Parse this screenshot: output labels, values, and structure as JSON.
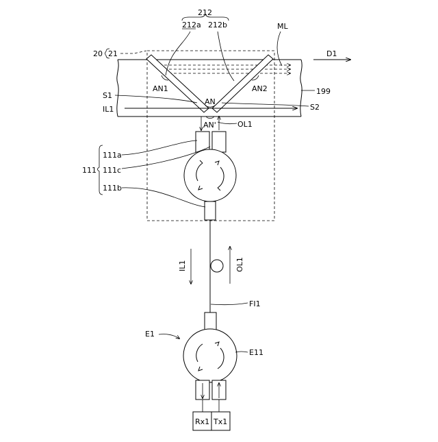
{
  "labels": {
    "ref_212": "212",
    "ref_212a": "212a",
    "ref_212b": "212b",
    "ref_ML": "ML",
    "ref_20": "20",
    "ref_21": "21",
    "ref_D1": "D1",
    "ref_AN1": "AN1",
    "ref_AN2": "AN2",
    "ref_S1": "S1",
    "ref_AN": "AN",
    "ref_199": "199",
    "ref_IL1": "IL1",
    "ref_S2": "S2",
    "ref_AN_prime": "AN'",
    "ref_OL1": "OL1",
    "ref_111a": "111a",
    "ref_111": "111",
    "ref_111c": "111c",
    "ref_111b": "111b",
    "ref_IL1_lower": "IL1",
    "ref_OL1_lower": "OL1",
    "ref_FI1": "FI1",
    "ref_E1": "E1",
    "ref_E11": "E11",
    "ref_Rx1": "Rx1",
    "ref_Tx1": "Tx1"
  }
}
